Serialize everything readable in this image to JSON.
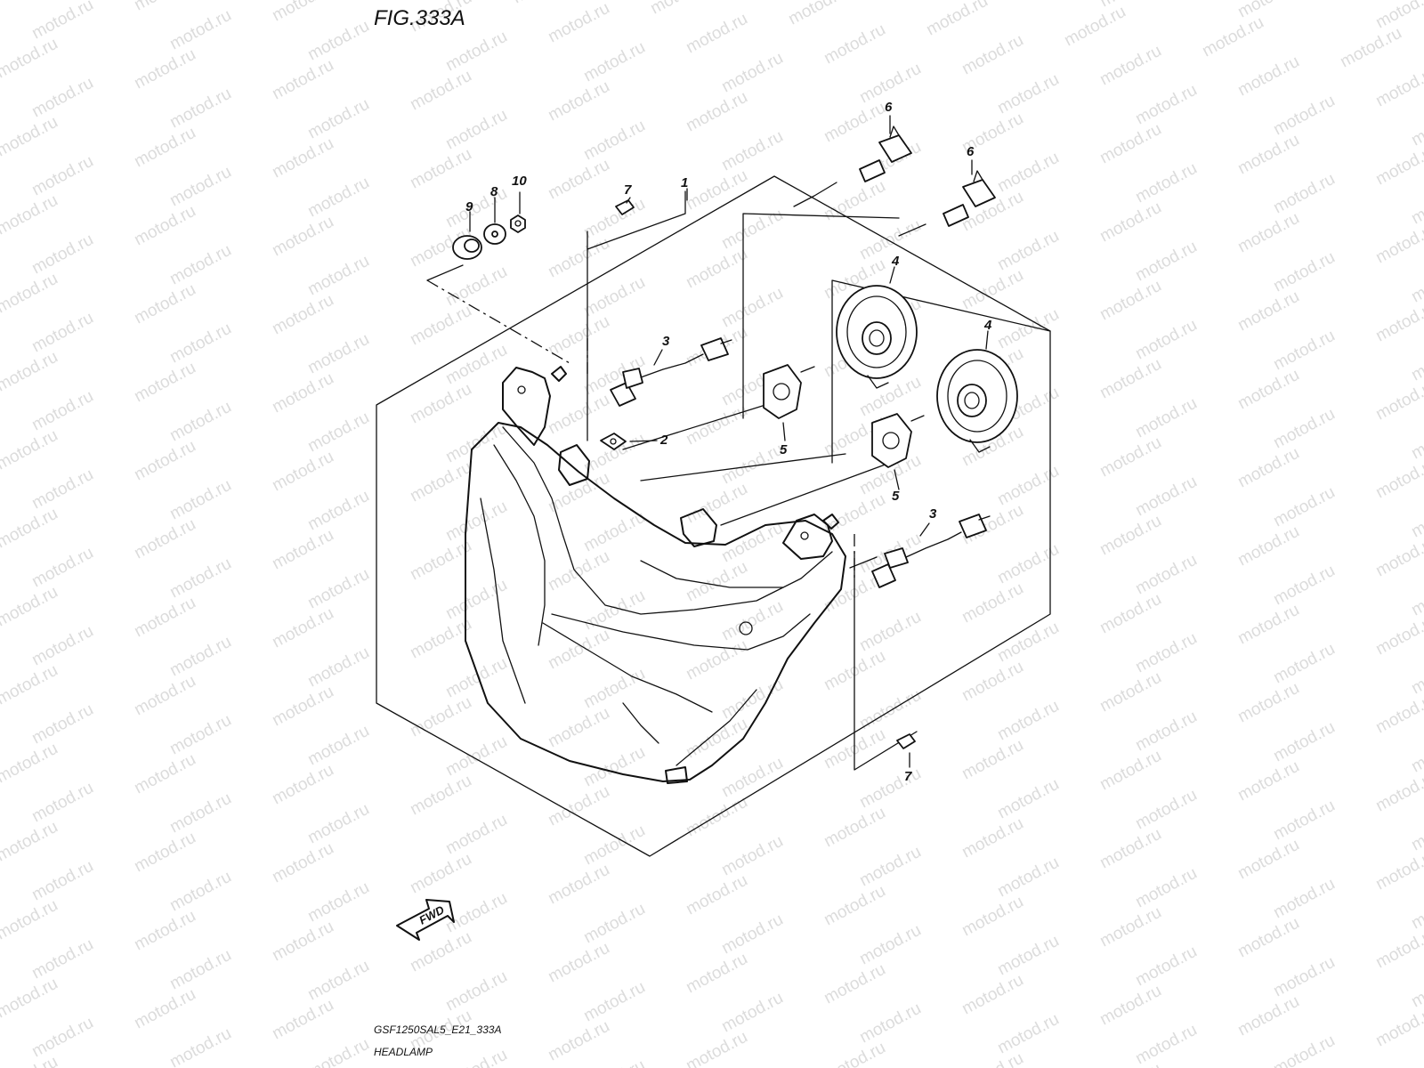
{
  "figure": {
    "title": "FIG.333A",
    "code": "GSF1250SAL5_E21_333A",
    "name": "HEADLAMP",
    "direction_label": "FWD",
    "watermark": "motod.ru"
  },
  "callouts": [
    {
      "id": "c1",
      "label": "1"
    },
    {
      "id": "c2",
      "label": "2"
    },
    {
      "id": "c3a",
      "label": "3"
    },
    {
      "id": "c3b",
      "label": "3"
    },
    {
      "id": "c4a",
      "label": "4"
    },
    {
      "id": "c4b",
      "label": "4"
    },
    {
      "id": "c5a",
      "label": "5"
    },
    {
      "id": "c5b",
      "label": "5"
    },
    {
      "id": "c6a",
      "label": "6"
    },
    {
      "id": "c6b",
      "label": "6"
    },
    {
      "id": "c7a",
      "label": "7"
    },
    {
      "id": "c7b",
      "label": "7"
    },
    {
      "id": "c8",
      "label": "8"
    },
    {
      "id": "c9",
      "label": "9"
    },
    {
      "id": "c10",
      "label": "10"
    }
  ]
}
